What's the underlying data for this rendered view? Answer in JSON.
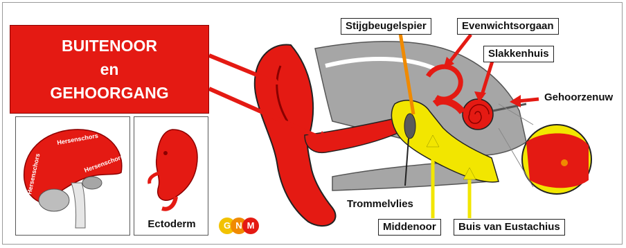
{
  "title": {
    "line1": "BUITENOOR",
    "line2": "en",
    "line3": "GEHOORGANG"
  },
  "brain_panel": {
    "cortex_labels": [
      "Hersenschors",
      "Hersenschors",
      "Hersenschors"
    ]
  },
  "embryo_panel": {
    "caption": "Ectoderm"
  },
  "labels": {
    "stijgbeugelspier": "Stijgbeugelspier",
    "evenwichtsorgaan": "Evenwichtsorgaan",
    "slakkenhuis": "Slakkenhuis",
    "gehoorzenuw": "Gehoorzenuw",
    "trommelvlies": "Trommelvlies",
    "middenoor": "Middenoor",
    "buis_van_eustachius": "Buis van Eustachius"
  },
  "logo": {
    "letters": [
      "G",
      "N",
      "M"
    ]
  },
  "colors": {
    "red": "#e41a13",
    "yellow": "#f2e600",
    "orange": "#f08a00",
    "gray": "#a6a6a6",
    "dark_gray": "#5a5a5a"
  }
}
